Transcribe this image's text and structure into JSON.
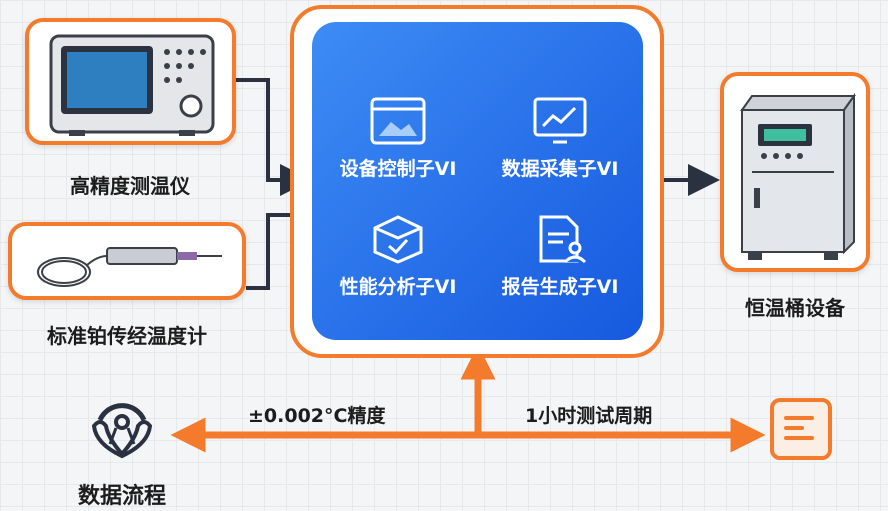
{
  "devices": {
    "thermometer": {
      "label": "高精度测温仪"
    },
    "probe": {
      "label": "标准铂传经温度计"
    },
    "bath": {
      "label": "恒温桶设备"
    }
  },
  "modules": [
    {
      "label": "设备控制子VI",
      "icon": "browser-window-icon"
    },
    {
      "label": "数据采集子VI",
      "icon": "monitor-chart-icon"
    },
    {
      "label": "性能分析子VI",
      "icon": "box-check-icon"
    },
    {
      "label": "报告生成子VI",
      "icon": "document-user-icon"
    }
  ],
  "bottom": {
    "precision": "±0.002°C精度",
    "period": "1小时测试周期",
    "flow_label": "数据流程"
  },
  "colors": {
    "accent": "#f47a2c",
    "blue": "#1e6ae8",
    "line": "#2a3140"
  }
}
